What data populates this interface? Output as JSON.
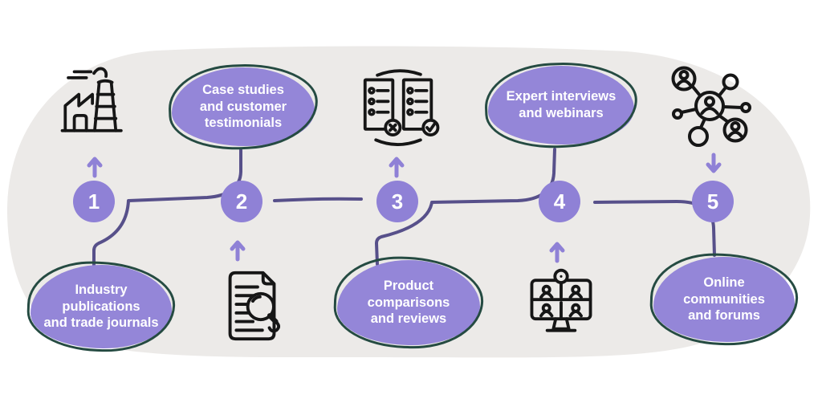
{
  "diagram": {
    "type": "process-infographic",
    "step_count": 5,
    "steps": [
      {
        "number": "1",
        "label": "Industry\npublications\nand trade journals",
        "icon": "factory-icon",
        "icon_position": "top",
        "label_position": "bottom",
        "arrow_direction": "up"
      },
      {
        "number": "2",
        "label": "Case studies\nand customer\ntestimonials",
        "icon": "document-search-icon",
        "icon_position": "bottom",
        "label_position": "top",
        "arrow_direction": "up"
      },
      {
        "number": "3",
        "label": "Product\ncomparisons\nand reviews",
        "icon": "comparison-checklist-icon",
        "icon_position": "top",
        "label_position": "bottom",
        "arrow_direction": "up"
      },
      {
        "number": "4",
        "label": "Expert interviews\nand webinars",
        "icon": "video-conference-icon",
        "icon_position": "bottom",
        "label_position": "top",
        "arrow_direction": "up"
      },
      {
        "number": "5",
        "label": "Online\ncommunities\nand forums",
        "icon": "people-network-icon",
        "icon_position": "top",
        "label_position": "bottom",
        "arrow_direction": "down"
      }
    ],
    "colors": {
      "accent_purple": "#8F81D6",
      "bubble_purple": "#9486D8",
      "bubble_outline_teal": "#254B42",
      "connector_purple": "#57508A",
      "background_blob_gray": "#ECEAE8",
      "icon_black": "#161616",
      "text_white": "#FFFFFF",
      "page_background": "#FFFFFF"
    }
  }
}
